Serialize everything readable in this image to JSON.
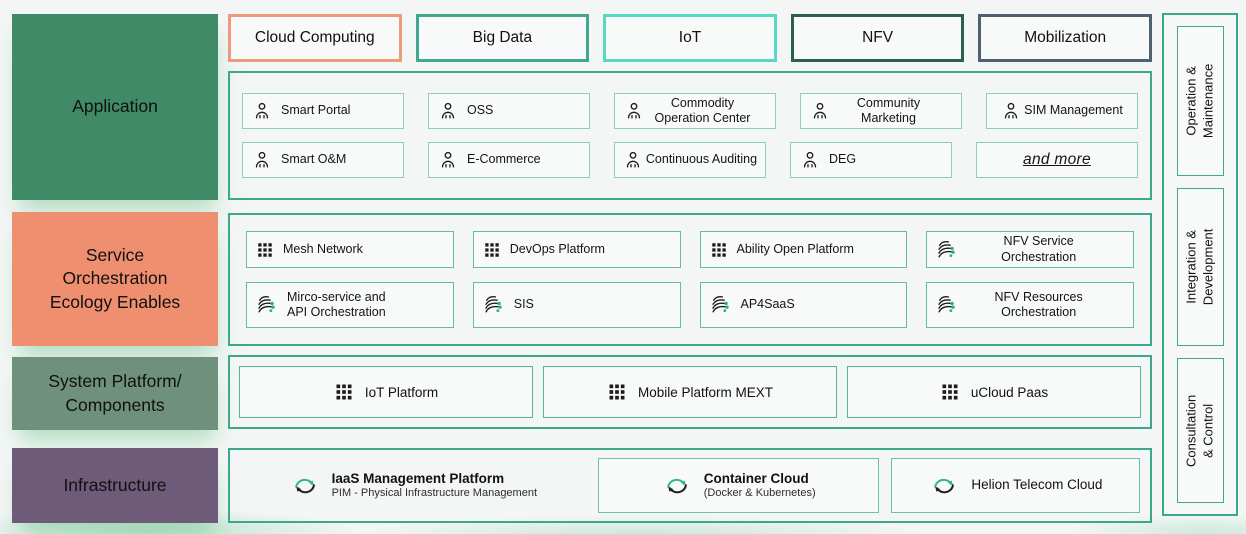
{
  "canvas": {
    "bg": "#f3f6f5"
  },
  "left_layers": [
    {
      "label": "Application",
      "color": "#418A68"
    },
    {
      "label": "Service\nOrchestration\nEcology Enables",
      "color": "#EF8F70"
    },
    {
      "label": "System Platform/\nComponents",
      "color": "#70907E"
    },
    {
      "label": "Infrastructure",
      "color": "#6E5B79"
    }
  ],
  "top_chips": [
    {
      "label": "Cloud Computing",
      "border": "#EC9A7B"
    },
    {
      "label": "Big Data",
      "border": "#3FA88E"
    },
    {
      "label": "IoT",
      "border": "#57D8C6"
    },
    {
      "label": "NFV",
      "border": "#2C6150"
    },
    {
      "label": "Mobilization",
      "border": "#51606E"
    }
  ],
  "application": {
    "rows": [
      [
        {
          "icon": "person",
          "label": "Smart Portal"
        },
        {
          "icon": "person",
          "label": "OSS"
        },
        {
          "icon": "person",
          "label": "Commodity\nOperation Center"
        },
        {
          "icon": "person",
          "label": "Community\nMarketing"
        },
        {
          "icon": "person",
          "label": "SIM Management"
        }
      ],
      [
        {
          "icon": "person",
          "label": "Smart O&M"
        },
        {
          "icon": "person",
          "label": "E-Commerce"
        },
        {
          "icon": "person",
          "label": "Continuous Auditing"
        },
        {
          "icon": "person",
          "label": "DEG"
        },
        {
          "icon": "none",
          "label": "and more"
        }
      ]
    ]
  },
  "service_layer": {
    "rows": [
      [
        {
          "icon": "grid",
          "label": "Mesh Network"
        },
        {
          "icon": "grid",
          "label": "DevOps Platform"
        },
        {
          "icon": "grid",
          "label": "Ability Open Platform"
        },
        {
          "icon": "orchestration",
          "label": "NFV Service\nOrchestration"
        }
      ],
      [
        {
          "icon": "orchestration",
          "label": "Mirco-service and\nAPI Orchestration"
        },
        {
          "icon": "orchestration",
          "label": "SIS"
        },
        {
          "icon": "orchestration",
          "label": "AP4SaaS"
        },
        {
          "icon": "orchestration",
          "label": "NFV Resources\nOrchestration"
        }
      ]
    ]
  },
  "system_layer": {
    "items": [
      {
        "icon": "grid",
        "label": "IoT Platform"
      },
      {
        "icon": "grid",
        "label": "Mobile Platform MEXT"
      },
      {
        "icon": "grid",
        "label": "uCloud Paas"
      }
    ]
  },
  "infrastructure_layer": {
    "items": [
      {
        "icon": "cloud-sync",
        "title": "IaaS Management Platform",
        "subtitle": "PIM - Physical Infrastructure Management"
      },
      {
        "icon": "cloud-sync",
        "title": "Container Cloud",
        "subtitle": "(Docker & Kubernetes)"
      },
      {
        "icon": "cloud-sync",
        "title": "Helion Telecom Cloud"
      }
    ]
  },
  "right_rail": {
    "items": [
      {
        "label": "Operation &\nMaintenance"
      },
      {
        "label": "Integration &\nDevelopment"
      },
      {
        "label": "Consultation & Control"
      }
    ]
  },
  "style": {
    "container_border": "#3BA78C",
    "item_border_light": "#8BCFBC",
    "item_border": "#63BCA3",
    "accent_green": "#2FAE85",
    "ink": "#111111"
  }
}
